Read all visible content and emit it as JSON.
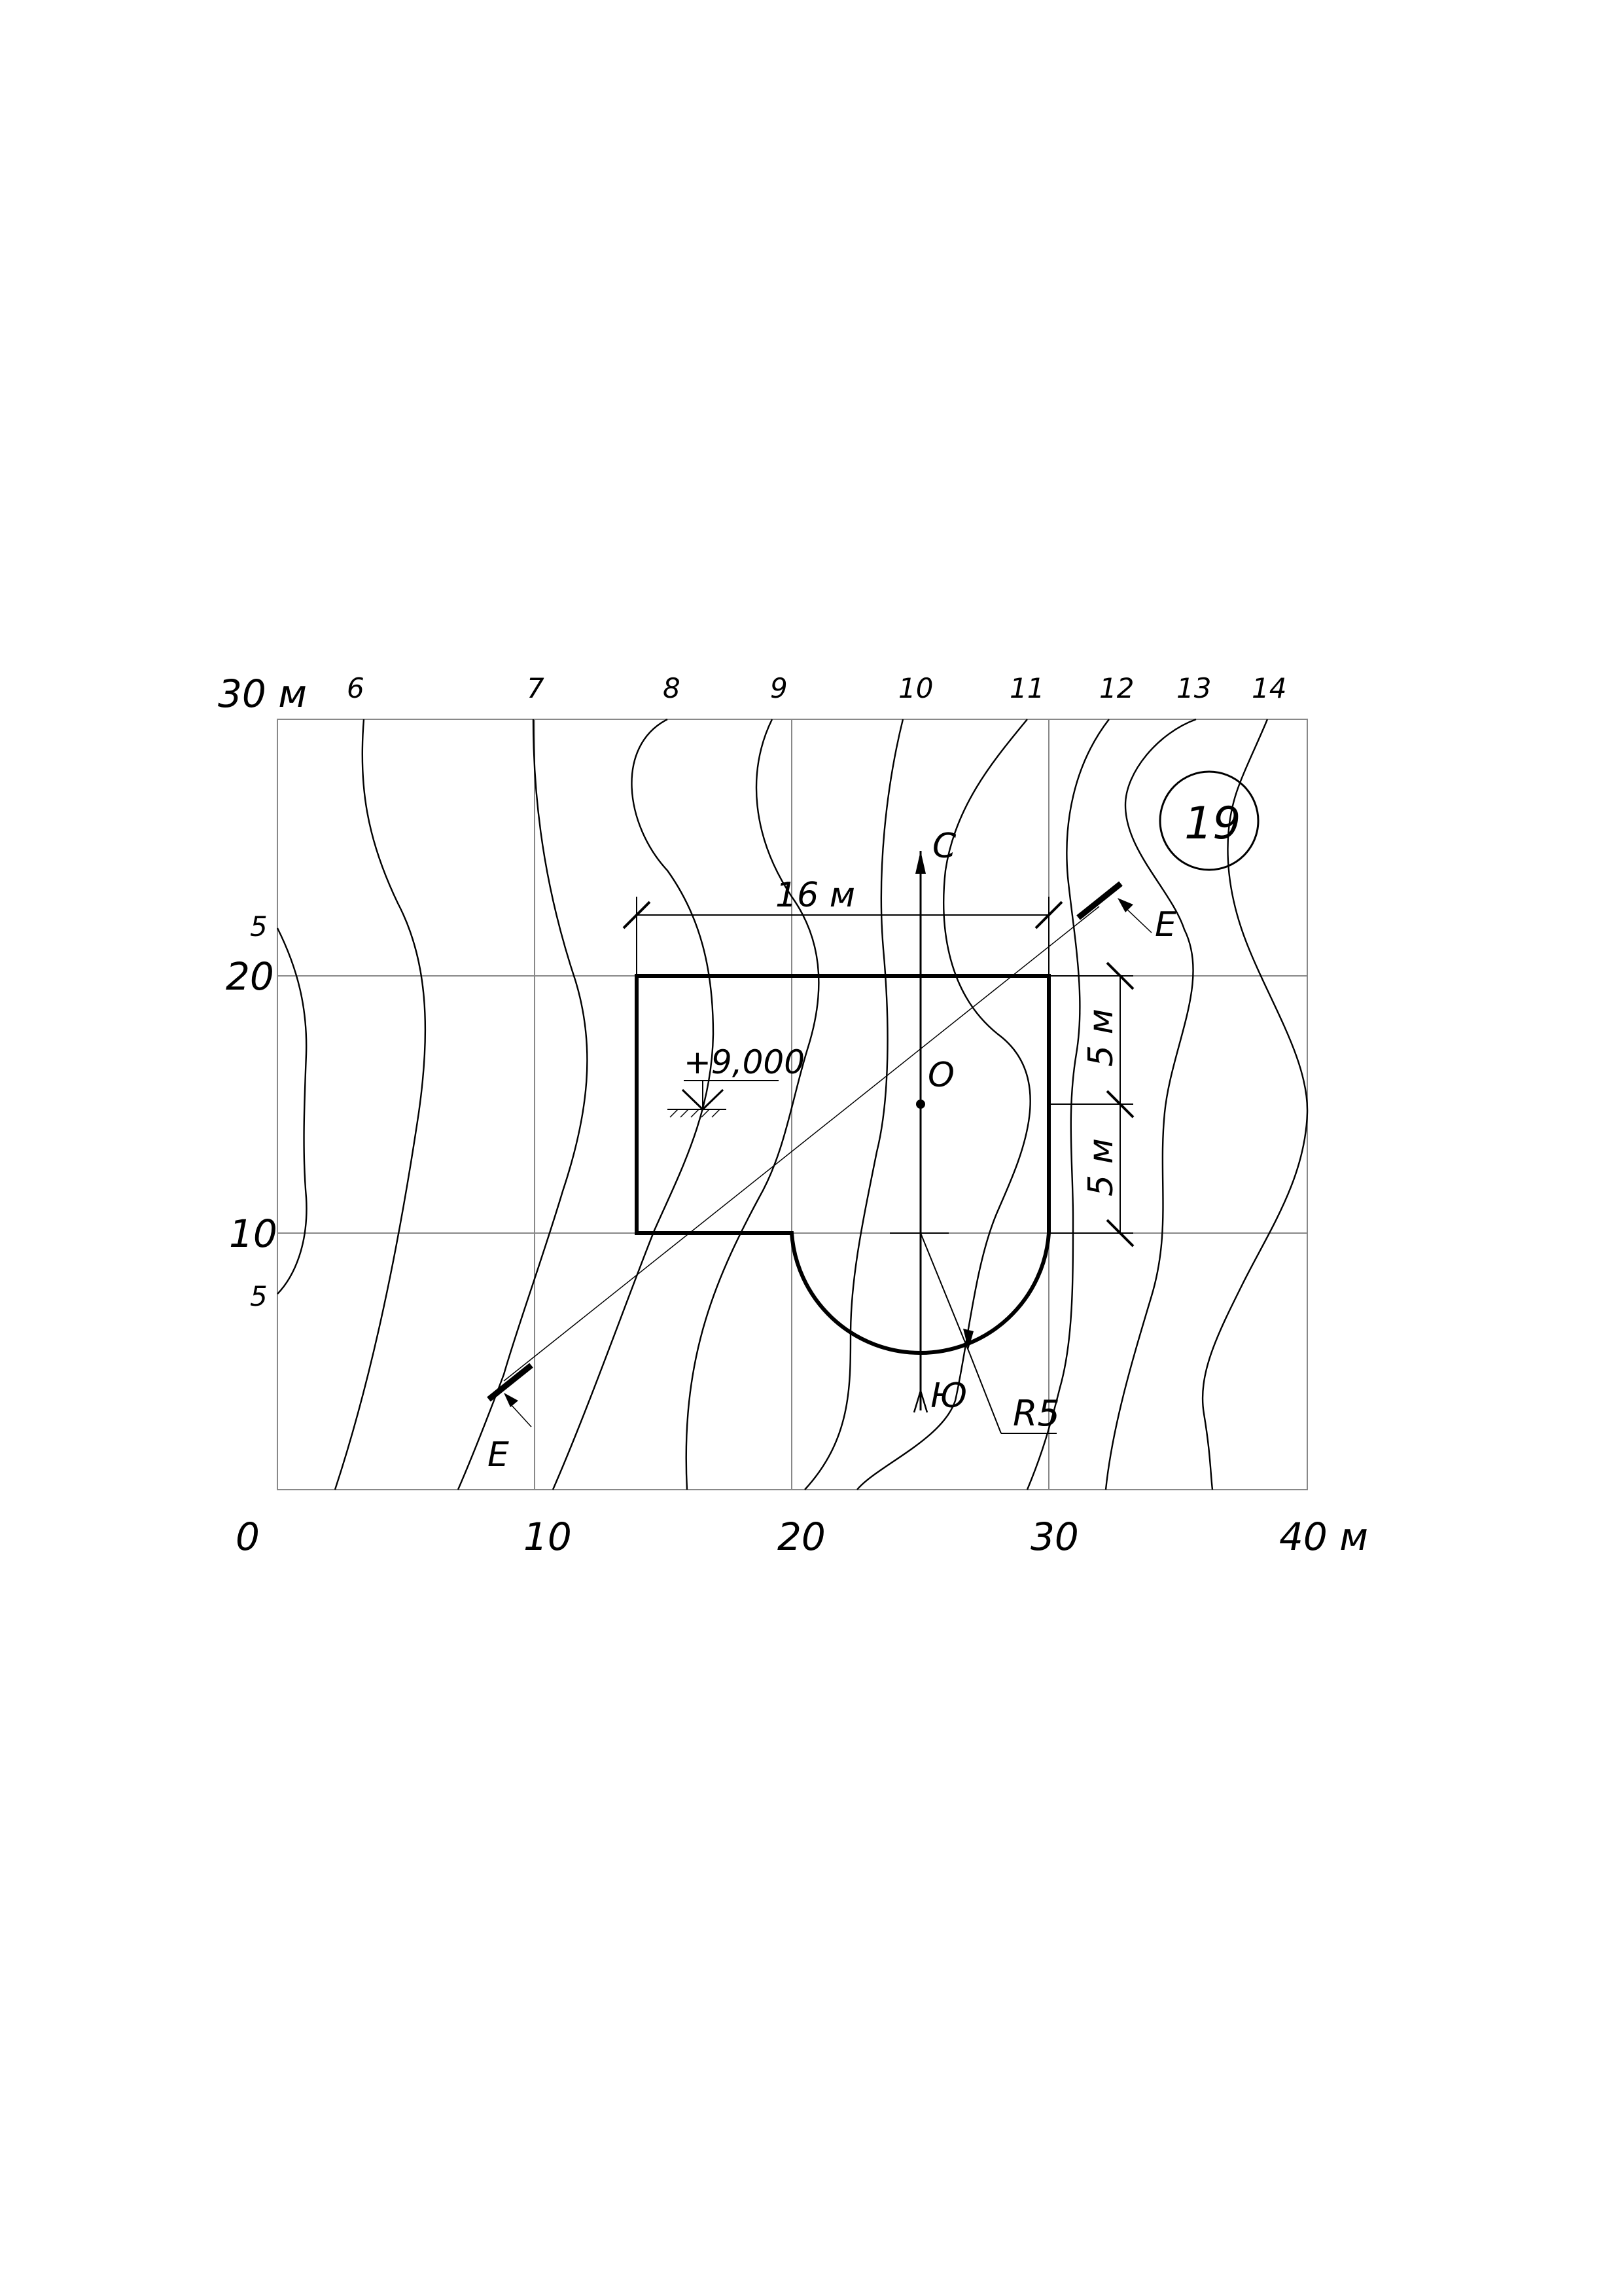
{
  "axes": {
    "x_ticks": [
      "0",
      "10",
      "20",
      "30",
      "40 м"
    ],
    "y_ticks": [
      "10",
      "20",
      "30 м"
    ]
  },
  "contour_labels": {
    "top": [
      "6",
      "7",
      "8",
      "9",
      "10",
      "11",
      "12",
      "13",
      "14"
    ],
    "left": [
      "5",
      "5"
    ]
  },
  "annotations": {
    "variant": "19",
    "dimension_width": "16 м",
    "dimension_upper": "5 м",
    "dimension_lower": "5 м",
    "elevation": "+9,000",
    "center_label": "O",
    "north_label": "С",
    "south_label": "Ю",
    "radius": "R5",
    "section_label_start": "Е",
    "section_label_end": "Е"
  },
  "colors": {
    "ink": "#000000",
    "grid": "#888888",
    "background": "#ffffff"
  }
}
